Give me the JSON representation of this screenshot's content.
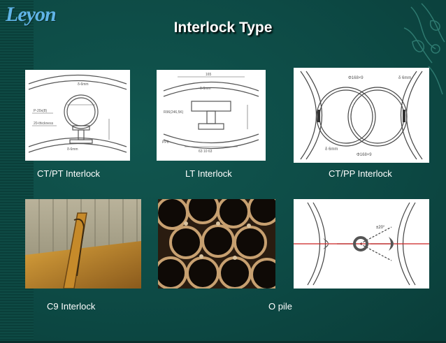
{
  "brand": {
    "logo_text": "Leyon"
  },
  "slide": {
    "title": "Interlock Type",
    "items": [
      {
        "caption": "CT/PT Interlock"
      },
      {
        "caption": "LT Interlock"
      },
      {
        "caption": "CT/PP Interlock"
      },
      {
        "caption": "C9 Interlock"
      },
      {
        "caption": ""
      },
      {
        "caption": "O pile"
      }
    ]
  },
  "colors": {
    "background": "#0d4a45",
    "title": "#ffffff",
    "logo": "#5fb4e6",
    "drawing_line": "#555555",
    "axis_red": "#cc2222"
  }
}
